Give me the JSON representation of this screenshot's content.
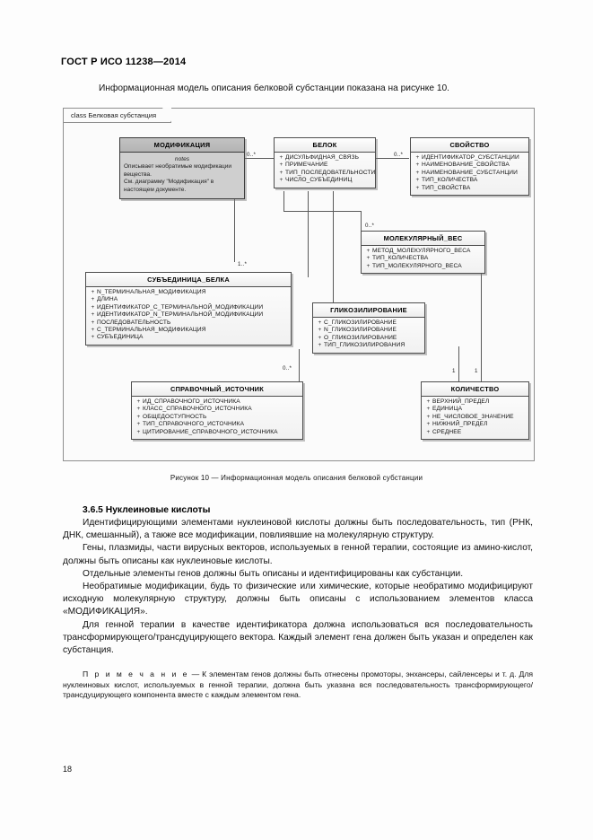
{
  "document": {
    "standard_header": "ГОСТ Р ИСО 11238—2014",
    "intro_line": "Информационная модель описания белковой субстанции показана на рисунке 10.",
    "figure_caption": "Рисунок 10 — Информационная модель описания белковой субстанции",
    "page_number": "18"
  },
  "diagram": {
    "frame_label": "class Белковая субстанция",
    "classes": [
      {
        "name": "modification",
        "title": "МОДИФИКАЦИЯ",
        "note_head": "notes",
        "note_lines": [
          "Описывает необратимые модификации",
          "вещества.",
          "См. диаграмму \"Модификация\" в",
          "настоящем документе."
        ]
      },
      {
        "name": "protein",
        "title": "БЕЛОК",
        "attrs": [
          "ДИСУЛЬФИДНАЯ_СВЯЗЬ",
          "ПРИМЕЧАНИЕ",
          "ТИП_ПОСЛЕДОВАТЕЛЬНОСТИ",
          "ЧИСЛО_СУБЪЕДИНИЦ"
        ]
      },
      {
        "name": "property",
        "title": "СВОЙСТВО",
        "attrs": [
          "ИДЕНТИФИКАТОР_СУБСТАНЦИИ",
          "НАИМЕНОВАНИЕ_СВОЙСТВА",
          "НАИМЕНОВАНИЕ_СУБСТАНЦИИ",
          "ТИП_КОЛИЧЕСТВА",
          "ТИП_СВОЙСТВА"
        ]
      },
      {
        "name": "molecular-weight",
        "title": "МОЛЕКУЛЯРНЫЙ_ВЕС",
        "attrs": [
          "МЕТОД_МОЛЕКУЛЯРНОГО_ВЕСА",
          "ТИП_КОЛИЧЕСТВА",
          "ТИП_МОЛЕКУЛЯРНОГО_ВЕСА"
        ]
      },
      {
        "name": "protein-subunit",
        "title": "СУБЪЕДИНИЦА_БЕЛКА",
        "attrs": [
          "N_ТЕРМИНАЛЬНАЯ_МОДИФИКАЦИЯ",
          "ДЛИНА",
          "ИДЕНТИФИКАТОР_С_ТЕРМИНАЛЬНОЙ_МОДИФИКАЦИИ",
          "ИДЕНТИФИКАТОР_N_ТЕРМИНАЛЬНОЙ_МОДИФИКАЦИИ",
          "ПОСЛЕДОВАТЕЛЬНОСТЬ",
          "С_ТЕРМИНАЛЬНАЯ_МОДИФИКАЦИЯ",
          "СУБЪЕДИНИЦА"
        ]
      },
      {
        "name": "glycosylation",
        "title": "ГЛИКОЗИЛИРОВАНИЕ",
        "attrs": [
          "С_ГЛИКОЗИЛИРОВАНИЕ",
          "N_ГЛИКОЗИЛИРОВАНИЕ",
          "О_ГЛИКОЗИЛИРОВАНИЕ",
          "ТИП_ГЛИКОЗИЛИРОВАНИЯ"
        ]
      },
      {
        "name": "reference-source",
        "title": "СПРАВОЧНЫЙ_ИСТОЧНИК",
        "attrs": [
          "ИД_СПРАВОЧНОГО_ИСТОЧНИКА",
          "КЛАСС_СПРАВОЧНОГО_ИСТОЧНИКА",
          "ОБЩЕДОСТУПНОСТЬ",
          "ТИП_СПРАВОЧНОГО_ИСТОЧНИКА",
          "ЦИТИРОВАНИЕ_СПРАВОЧНОГО_ИСТОЧНИКА"
        ]
      },
      {
        "name": "quantity",
        "title": "КОЛИЧЕСТВО",
        "attrs": [
          "ВЕРХНИЙ_ПРЕДЕЛ",
          "ЕДИНИЦА",
          "НЕ_ЧИСЛОВОЕ_ЗНАЧЕНИЕ",
          "НИЖНИЙ_ПРЕДЕЛ",
          "СРЕДНЕЕ"
        ]
      }
    ],
    "multiplicities": {
      "modification_to_protein": "0..*",
      "protein_to_property": "0..*",
      "protein_to_molecular_weight": "0..*",
      "protein_to_subunit": "1..*",
      "subunit_to_reference": "0..*",
      "glycosylation_to_quantity": "1",
      "molecular_weight_to_quantity": "1"
    },
    "visibility_marker": "+"
  },
  "section": {
    "number_title": "3.6.5  Нуклеиновые кислоты",
    "paragraphs": [
      "Идентифицирующими элементами нуклеиновой кислоты должны быть последовательность, тип (РНК, ДНК, смешанный), а также все модификации, повлиявшие на молекулярную структуру.",
      "Гены, плазмиды, части вирусных векторов, используемых в генной терапии, состоящие из амино-кислот, должны быть описаны как нуклеиновые кислоты.",
      "Отдельные элементы генов должны быть описаны и идентифицированы как субстанции.",
      "Необратимые модификации, будь то физические или химические, которые необратимо модифицируют исходную молекулярную структуру, должны быть описаны с использованием элементов класса «МОДИФИКАЦИЯ».",
      "Для генной терапии в качестве идентификатора должна использоваться вся последовательность трансформирующего/трансдуцирующего вектора. Каждый элемент гена должен быть указан и определен как субстанция."
    ],
    "note_label": "П р и м е ч а н и е",
    "note_text": "— К элементам генов должны быть отнесены промоторы, энхансеры, сайленсеры и т. д. Для нуклеиновых кислот, используемых в генной терапии, должна быть указана вся последовательность трансформирующего/трансдуцирующего компонента вместе с каждым элементом гена."
  }
}
